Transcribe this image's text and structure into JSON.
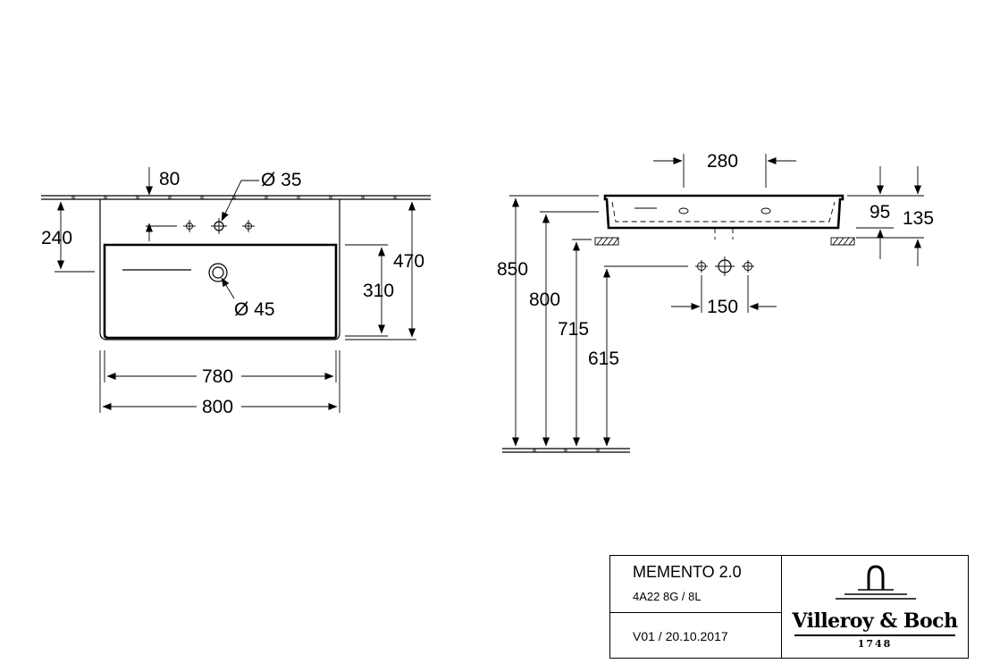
{
  "dimensions": {
    "top_view": {
      "tap_offset": "80",
      "tap_hole_dia": "Ø 35",
      "overflow_height": "240",
      "total_depth": "470",
      "bowl_depth": "310",
      "drain_dia": "Ø 45",
      "inner_width": "780",
      "total_width": "800"
    },
    "side_view": {
      "top_width": "280",
      "basin_height": "95",
      "total_height": "135",
      "rim_height": "850",
      "underside_height": "800",
      "drain_height": "715",
      "waste_height": "615",
      "tap_spacing": "150"
    }
  },
  "title_block": {
    "model": "MEMENTO 2.0",
    "article_code": "4A22 8G / 8L",
    "version": "V01 / 20.10.2017",
    "brand": "Villeroy & Boch",
    "brand_year": "1748",
    "logo_icon": "villeroy-boch-fountain-logo"
  }
}
